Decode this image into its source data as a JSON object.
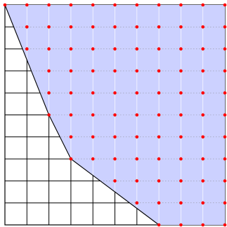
{
  "lattice": {
    "columns": 11,
    "rows": 11,
    "grid_cells": 10
  },
  "region": {
    "vertices": [
      [
        0,
        10
      ],
      [
        2,
        5
      ],
      [
        3,
        3
      ],
      [
        7,
        0
      ],
      [
        10,
        0
      ],
      [
        10,
        10
      ]
    ],
    "fill_color": "#ccd1ff",
    "boundary_color": "#000000"
  },
  "lattice_points": {
    "color": "#ff0000",
    "rows": [
      {
        "y": 10,
        "x": [
          0,
          1,
          2,
          3,
          4,
          5,
          6,
          7,
          8,
          9,
          10
        ]
      },
      {
        "y": 9,
        "x": [
          1,
          2,
          3,
          4,
          5,
          6,
          7,
          8,
          9,
          10
        ]
      },
      {
        "y": 8,
        "x": [
          1,
          2,
          3,
          4,
          5,
          6,
          7,
          8,
          9,
          10
        ]
      },
      {
        "y": 7,
        "x": [
          2,
          3,
          4,
          5,
          6,
          7,
          8,
          9,
          10
        ]
      },
      {
        "y": 6,
        "x": [
          2,
          3,
          4,
          5,
          6,
          7,
          8,
          9,
          10
        ]
      },
      {
        "y": 5,
        "x": [
          2,
          3,
          4,
          5,
          6,
          7,
          8,
          9,
          10
        ]
      },
      {
        "y": 4,
        "x": [
          3,
          4,
          5,
          6,
          7,
          8,
          9,
          10
        ]
      },
      {
        "y": 3,
        "x": [
          3,
          4,
          5,
          6,
          7,
          8,
          9,
          10
        ]
      },
      {
        "y": 2,
        "x": [
          5,
          6,
          7,
          8,
          9,
          10
        ]
      },
      {
        "y": 1,
        "x": [
          6,
          7,
          8,
          9,
          10
        ]
      },
      {
        "y": 0,
        "x": [
          7,
          8,
          9,
          10
        ]
      }
    ]
  },
  "grid": {
    "line_color": "#000000",
    "inner_line_color": "#ffffff",
    "dash_color": "#7f7f7f"
  }
}
